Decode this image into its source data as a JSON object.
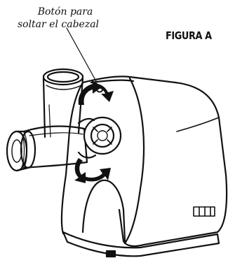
{
  "callout": {
    "line1": "Botón para",
    "line2": "soltar el cabezal"
  },
  "figure_title": "FIGURA A",
  "icons": {
    "main_subject": "meat-grinder-illustration",
    "release_arrows": "rotate-arrows-icon"
  }
}
